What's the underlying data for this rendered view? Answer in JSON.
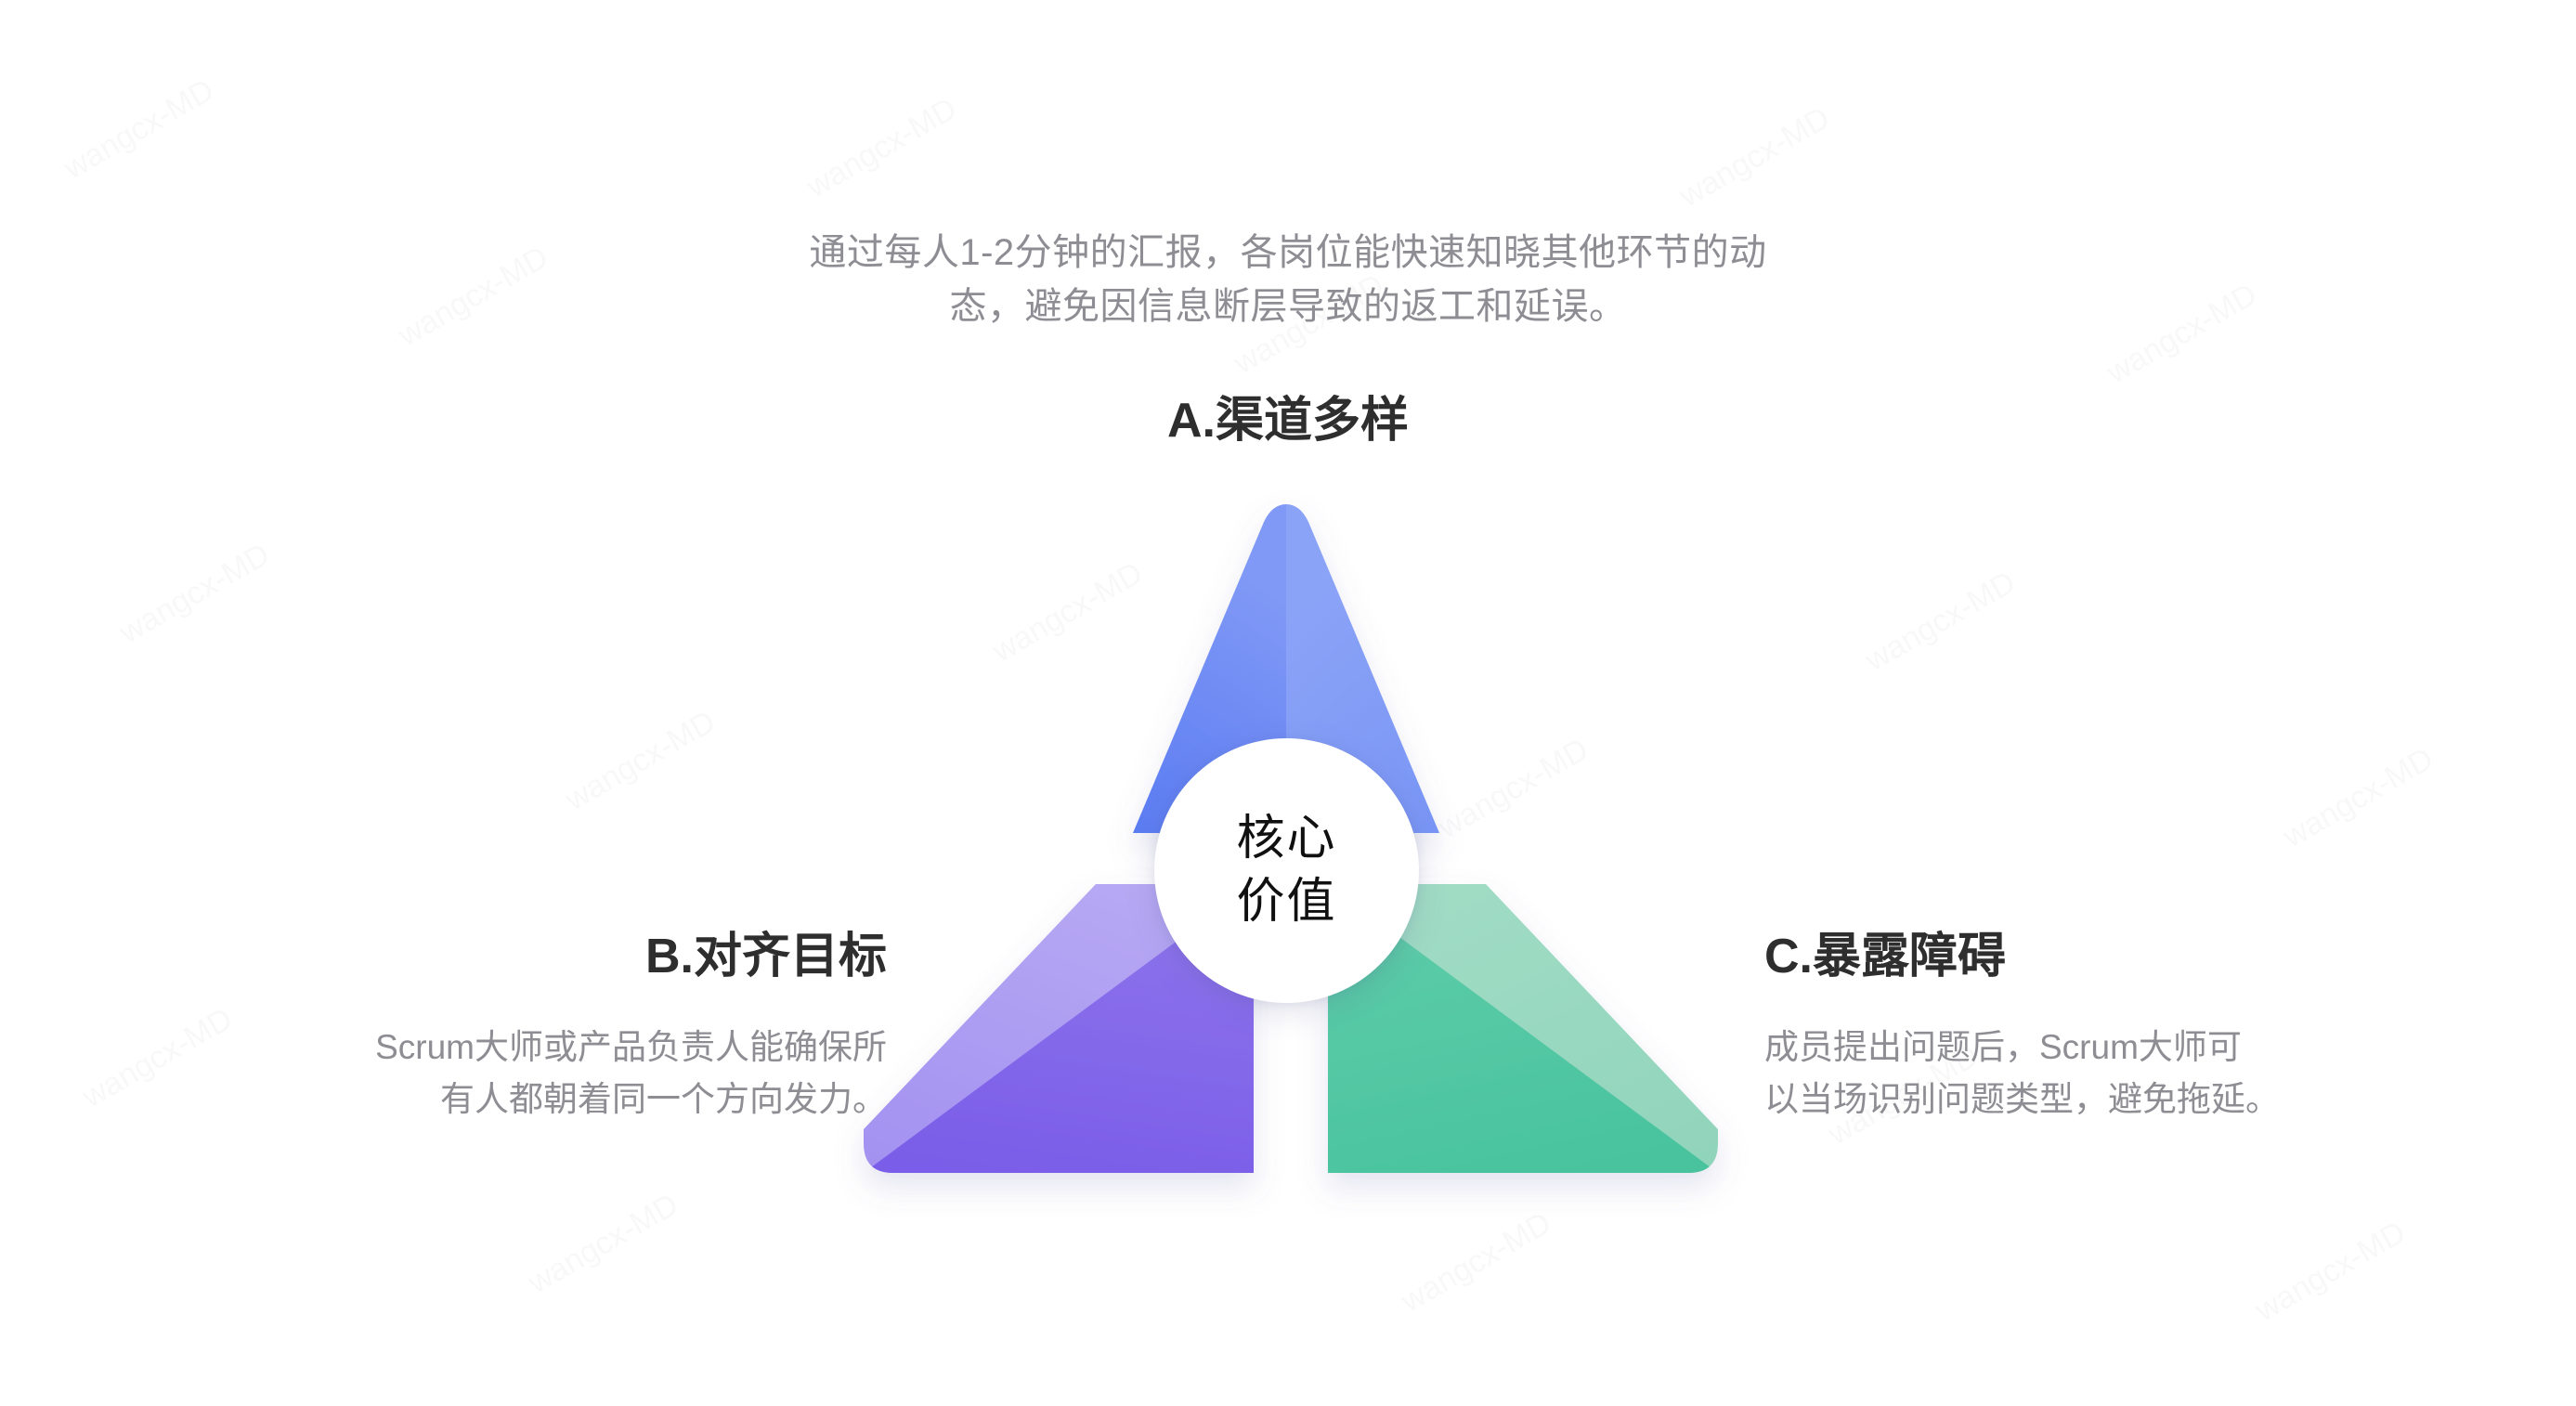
{
  "diagram": {
    "top_description": "通过每人1-2分钟的汇报，各岗位能快速知晓其他环节的动\n态，避免因信息断层导致的返工和延误。",
    "center": {
      "line1": "核心",
      "line2": "价值"
    },
    "segments": [
      {
        "key": "a",
        "label": "A.渠道多样",
        "description": "通过每人1-2分钟的汇报，各岗位能快速知晓其他环节的动\n态，避免因信息断层导致的返工和延误。",
        "color_light": "#7b95f5",
        "color_dark": "#2a56e8",
        "position": "top"
      },
      {
        "key": "b",
        "label": "B.对齐目标",
        "description": "Scrum大师或产品负责人能确保所\n有人都朝着同一个方向发力。",
        "color_light": "#b0a2f2",
        "color_dark": "#7b5fe8",
        "position": "bottom-left"
      },
      {
        "key": "c",
        "label": "C.暴露障碍",
        "description": "成员提出问题后，Scrum大师可\n以当场识别问题类型，避免拖延。",
        "color_light": "#9ad9c0",
        "color_dark": "#4fc8a4",
        "position": "bottom-right"
      }
    ],
    "watermark_text": "wangcx-MD",
    "background_color": "#ffffff",
    "heading_color": "#2e2e2e",
    "description_color": "#8d8d93"
  }
}
